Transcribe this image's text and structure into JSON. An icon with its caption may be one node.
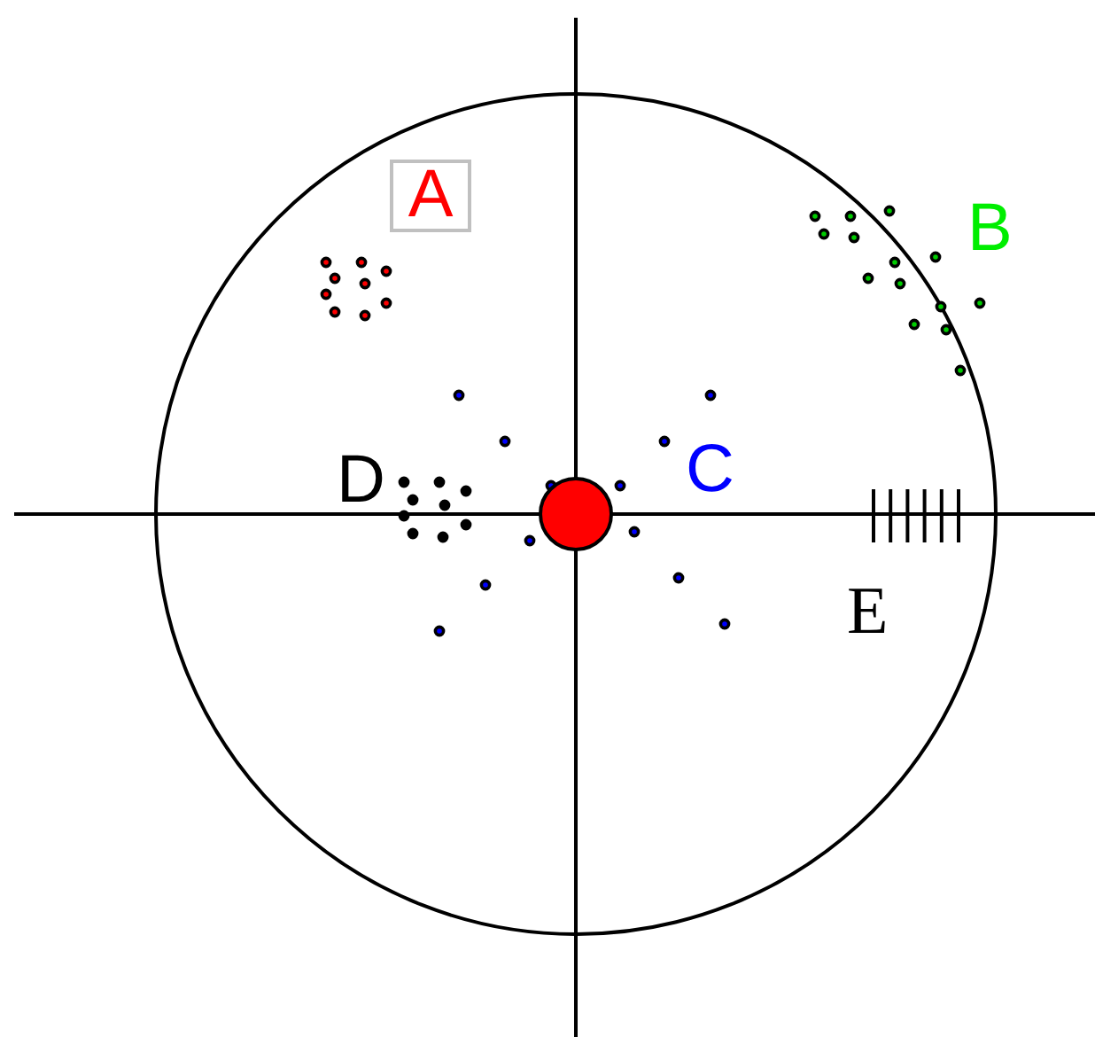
{
  "diagram": {
    "nodes": [
      {
        "text": [
          "A"
        ]
      }
    ],
    "labels": [
      "B",
      "C",
      "D",
      "E"
    ]
  }
}
